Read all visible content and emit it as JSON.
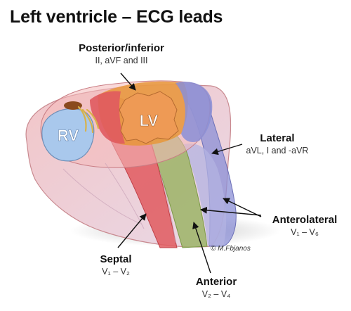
{
  "title": "Left ventricle – ECG leads",
  "chamber_labels": {
    "rv": "RV",
    "lv": "LV"
  },
  "regions": {
    "posterior_inferior": {
      "name": "Posterior/inferior",
      "leads": "II, aVF and III",
      "color": "#e8973a"
    },
    "lateral": {
      "name": "Lateral",
      "leads": "aVL, I and -aVR",
      "color": "#7b7fd0"
    },
    "anterolateral": {
      "name": "Anterolateral",
      "leads": "V₁ –  V₆",
      "color": "#a7a6d9"
    },
    "septal": {
      "name": "Septal",
      "leads": "V₁ –  V₂",
      "color": "#e0525a"
    },
    "anterior": {
      "name": "Anterior",
      "leads": "V₂ –  V₄",
      "color": "#8aa85a"
    }
  },
  "signature": "© M.Fbjanos"
}
